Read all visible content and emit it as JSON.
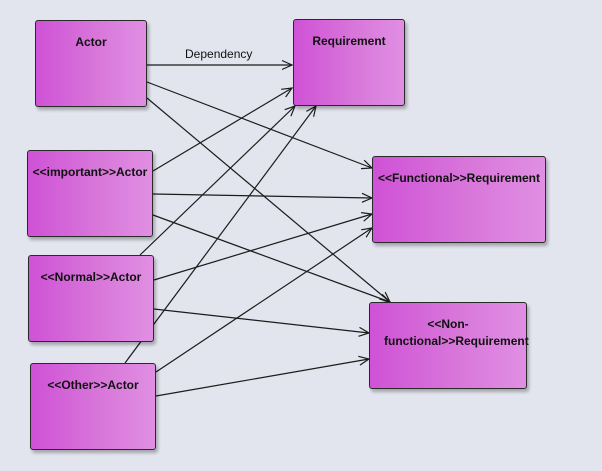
{
  "diagram": {
    "nodes": [
      {
        "id": "actor",
        "label": "Actor"
      },
      {
        "id": "important",
        "label": "<<important>>Actor"
      },
      {
        "id": "normal",
        "label": "<<Normal>>Actor"
      },
      {
        "id": "other",
        "label": "<<Other>>Actor"
      },
      {
        "id": "req",
        "label": "Requirement"
      },
      {
        "id": "func",
        "label": "<<Functional>>Requirement"
      },
      {
        "id": "nonfunc",
        "label": "<<Non-functional>>Requirement"
      }
    ],
    "edges": [
      {
        "from": "actor",
        "to": "req",
        "label": "Dependency"
      },
      {
        "from": "actor",
        "to": "func"
      },
      {
        "from": "actor",
        "to": "nonfunc"
      },
      {
        "from": "important",
        "to": "req"
      },
      {
        "from": "important",
        "to": "func"
      },
      {
        "from": "important",
        "to": "nonfunc"
      },
      {
        "from": "normal",
        "to": "req"
      },
      {
        "from": "normal",
        "to": "func"
      },
      {
        "from": "normal",
        "to": "nonfunc"
      },
      {
        "from": "other",
        "to": "req"
      },
      {
        "from": "other",
        "to": "func"
      },
      {
        "from": "other",
        "to": "nonfunc"
      }
    ]
  },
  "colors": {
    "fill_left": "#cf52d6",
    "fill_right": "#e08fe3",
    "background": "#e3e5ee",
    "stroke": "#1c1c1c"
  }
}
